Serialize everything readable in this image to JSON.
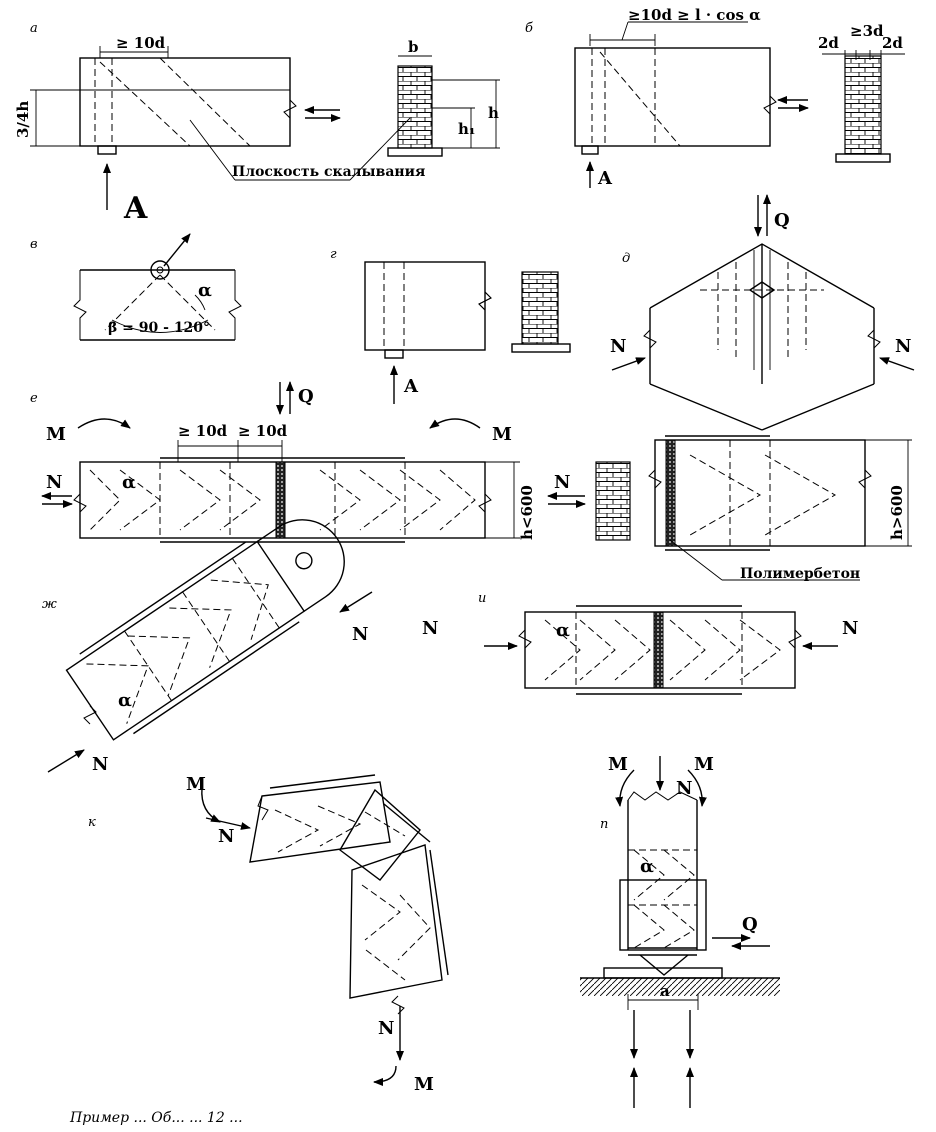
{
  "panels": {
    "a": "а",
    "b": "б",
    "v": "в",
    "g": "г",
    "d": "д",
    "e": "е",
    "zh": "ж",
    "i": "и",
    "k": "к",
    "p": "п"
  },
  "labels": {
    "A": "A",
    "Q": "Q",
    "N": "N",
    "M": "M",
    "b": "b",
    "h": "h",
    "h1": "h₁",
    "a": "a",
    "alpha": "α"
  },
  "dimensions": {
    "ge10d": "≥ 10d",
    "three_quarter_h": "3/4h",
    "ge10d_l_cos": "≥10d ≥ l · cos α",
    "two_d": "2d",
    "ge3d": "≥3d",
    "beta": "β = 90 - 120°",
    "h_lt_600": "h<600",
    "h_gt_600": "h>600"
  },
  "notes": {
    "shear_plane": "Плоскость скалывания",
    "polymer_concrete": "Полимербетон"
  },
  "caption": "Пример ...  Об...  ... 12 ..."
}
